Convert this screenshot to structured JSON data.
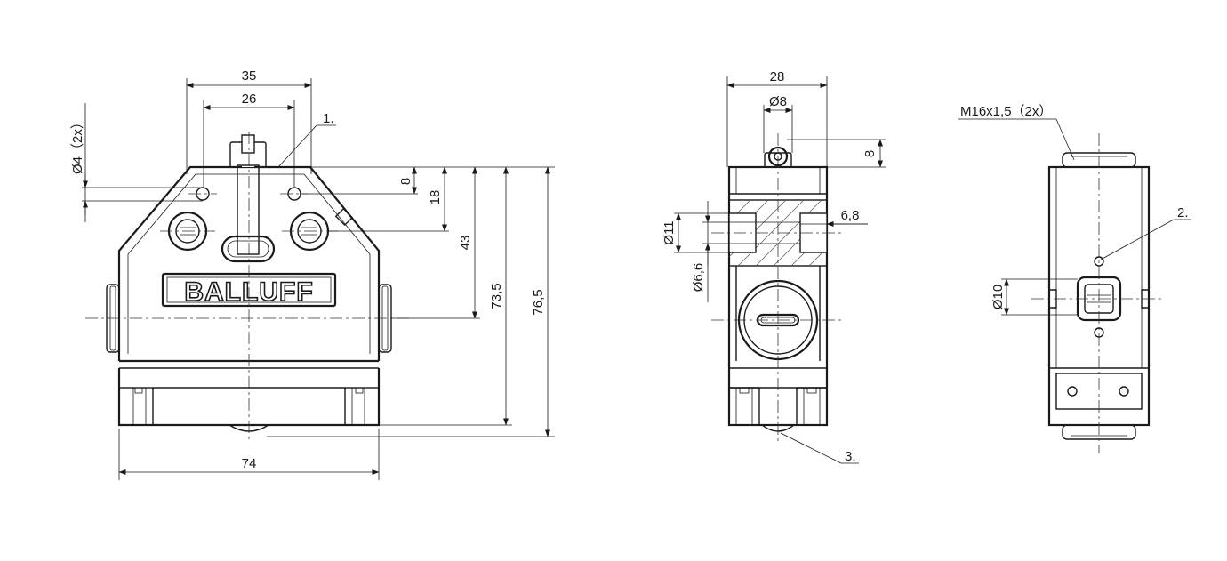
{
  "brand": "BALLUFF",
  "front_view": {
    "dim_width_top": "35",
    "dim_pin_spacing": "26",
    "dim_hole_dia": "Ø4（2x）",
    "dim_hole_offset": "8",
    "dim_mount_offset": "18",
    "dim_center_height": "43",
    "dim_body_height": "73,5",
    "dim_total_height": "76,5",
    "dim_width_bottom": "74",
    "callout_1": "1."
  },
  "side_view": {
    "dim_width": "28",
    "dim_plunger_dia": "Ø8",
    "dim_plunger_height": "8",
    "dim_bore_dia": "Ø11",
    "dim_bore_depth": "6,8",
    "dim_hole_dia": "Ø6,6",
    "callout_3": "3."
  },
  "end_view": {
    "thread_label": "M16x1,5（2x）",
    "dim_bore_dia": "Ø10",
    "callout_2": "2."
  }
}
